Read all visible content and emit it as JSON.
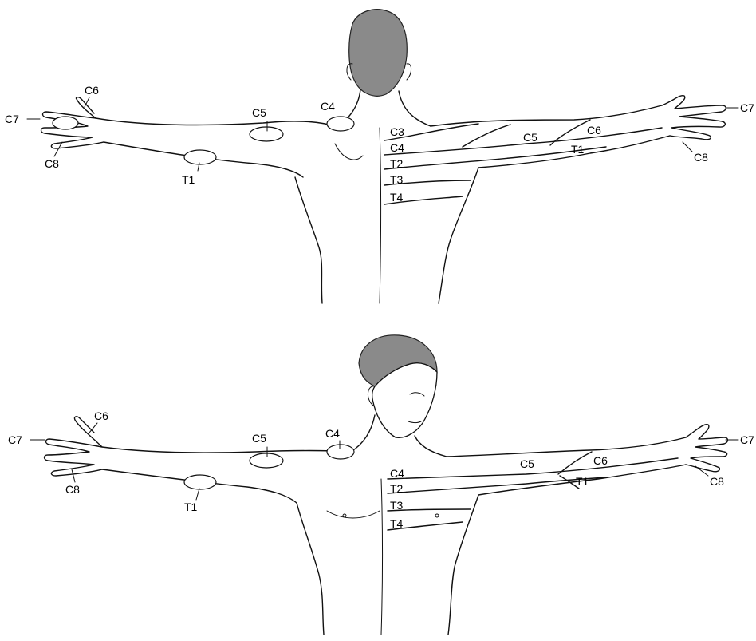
{
  "colors": {
    "ink": "#111111",
    "hair": "#8a8a8a",
    "background": "#ffffff"
  },
  "figure_back": {
    "labels": {
      "c6_hand": "C6",
      "c7_hand": "C7",
      "c8_hand": "C8",
      "c5_shoulder": "C5",
      "c4_shoulder": "C4",
      "t1_arm": "T1",
      "c3_band": "C3",
      "c4_band": "C4",
      "t2_band": "T2",
      "t3_band": "T3",
      "t4_band": "T4",
      "c5_arm": "C5",
      "c6_arm": "C6",
      "t1_right": "T1",
      "c7_right": "C7",
      "c8_right": "C8"
    }
  },
  "figure_front": {
    "labels": {
      "c6_hand": "C6",
      "c7_hand": "C7",
      "c8_hand": "C8",
      "c5_shoulder": "C5",
      "c4_shoulder": "C4",
      "t1_arm": "T1",
      "c4_band": "C4",
      "t2_band": "T2",
      "t3_band": "T3",
      "t4_band": "T4",
      "c5_arm": "C5",
      "c6_arm": "C6",
      "t1_right": "T1",
      "c7_right": "C7",
      "c8_right": "C8"
    }
  }
}
